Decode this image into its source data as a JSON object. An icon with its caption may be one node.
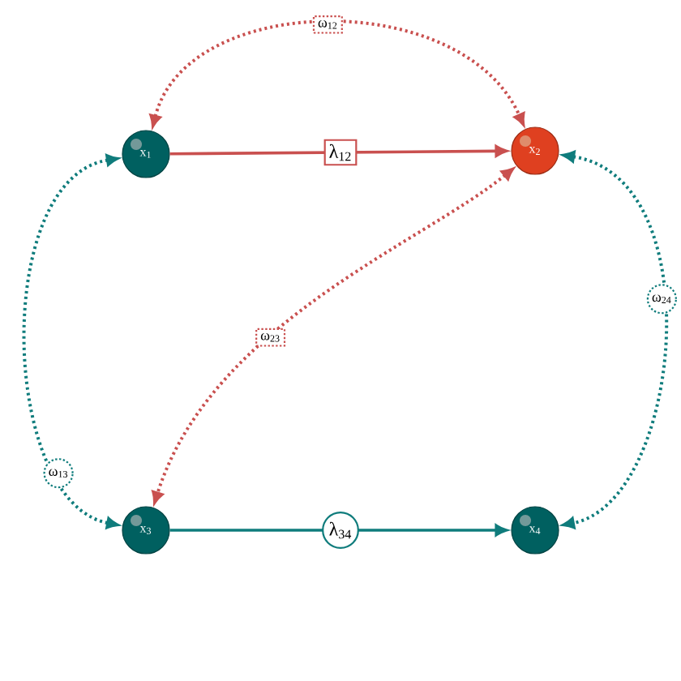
{
  "diagram": {
    "nodes": [
      {
        "text": [
          "x$_{1}$"
        ]
      },
      {
        "text": [
          "x$_{2}$"
        ]
      },
      {
        "text": [
          "x$_{3}$"
        ]
      },
      {
        "text": [
          "x$_{4}$"
        ]
      }
    ],
    "edges": [
      {
        "from": 0,
        "to": 1,
        "arrow": "to",
        "label": "λ$_{12}$",
        "color": "#c9504f"
      },
      {
        "from": 0,
        "to": 1,
        "arrow": "both",
        "label": "ω$_{12}$",
        "color": "#c9504f",
        "style": "dashed"
      },
      {
        "from": 1,
        "to": 2,
        "arrow": "both",
        "label": "ω$_{23}$",
        "color": "#c9504f",
        "style": "dashed"
      },
      {
        "from": 0,
        "to": 2,
        "arrow": "both",
        "label": "ω$_{13}$",
        "color": "#0f7c7c",
        "style": "dashed"
      },
      {
        "from": 1,
        "to": 3,
        "arrow": "both",
        "label": "ω$_{24}$",
        "color": "#0f7c7c",
        "style": "dashed"
      },
      {
        "from": 2,
        "to": 3,
        "arrow": "to",
        "label": "λ$_{34}$",
        "color": "#0f7c7c"
      }
    ]
  }
}
